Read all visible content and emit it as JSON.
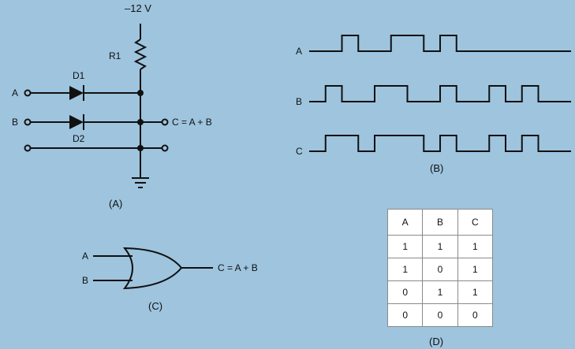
{
  "circuit_a": {
    "supply_label": "–12 V",
    "resistor_label": "R1",
    "diode1_label": "D1",
    "diode2_label": "D2",
    "input_a_label": "A",
    "input_b_label": "B",
    "output_label": "C = A + B",
    "panel_label": "(A)"
  },
  "timing_b": {
    "panel_label": "(B)",
    "signals": [
      {
        "name": "A",
        "levels": [
          0,
          0,
          1,
          0,
          0,
          1,
          1,
          0,
          1,
          0,
          0,
          0,
          0,
          0,
          0,
          0
        ]
      },
      {
        "name": "B",
        "levels": [
          0,
          1,
          0,
          0,
          1,
          1,
          0,
          0,
          1,
          0,
          0,
          1,
          0,
          1,
          0,
          0
        ]
      },
      {
        "name": "C",
        "levels": [
          0,
          1,
          1,
          0,
          1,
          1,
          1,
          0,
          1,
          0,
          0,
          1,
          0,
          1,
          0,
          0
        ]
      }
    ]
  },
  "gate_c": {
    "input_a_label": "A",
    "input_b_label": "B",
    "output_label": "C = A + B",
    "panel_label": "(C)"
  },
  "truth_table_d": {
    "panel_label": "(D)",
    "headers": [
      "A",
      "B",
      "C"
    ],
    "rows": [
      [
        "1",
        "1",
        "1"
      ],
      [
        "1",
        "0",
        "1"
      ],
      [
        "0",
        "1",
        "1"
      ],
      [
        "0",
        "0",
        "0"
      ]
    ]
  },
  "colors": {
    "background": "#9ec4de",
    "ink": "#111111"
  }
}
